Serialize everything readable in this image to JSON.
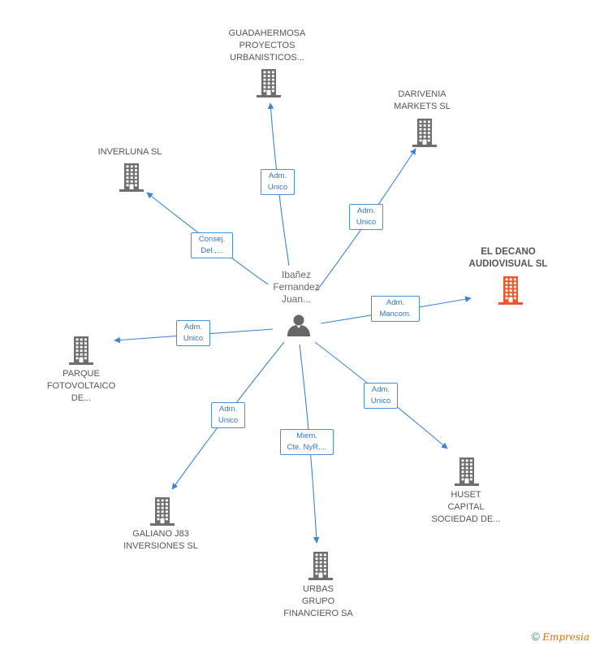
{
  "center": {
    "label": "Ibañez\nFernandez\nJuan..."
  },
  "colors": {
    "edge": "#3d85d6",
    "building": "#6e6e6e",
    "highlight": "#f0562a"
  },
  "nodes": [
    {
      "id": "guadahermosa",
      "label": "GUADAHERMOSA\nPROYECTOS\nURBANISTICOS...",
      "highlight": false
    },
    {
      "id": "darivenia",
      "label": "DARIVENIA\nMARKETS SL",
      "highlight": false
    },
    {
      "id": "inverluna",
      "label": "INVERLUNA SL",
      "highlight": false
    },
    {
      "id": "el-decano",
      "label": "EL DECANO\nAUDIOVISUAL SL",
      "highlight": true
    },
    {
      "id": "parque",
      "label": "PARQUE\nFOTOVOLTAICO\nDE...",
      "highlight": false
    },
    {
      "id": "huset",
      "label": "HUSET\nCAPITAL\nSOCIEDAD DE...",
      "highlight": false
    },
    {
      "id": "galiano",
      "label": "GALIANO J83\nINVERSIONES SL",
      "highlight": false
    },
    {
      "id": "urbas",
      "label": "URBAS\nGRUPO\nFINANCIERO SA",
      "highlight": false
    }
  ],
  "edges": [
    {
      "to": "guadahermosa",
      "label": "Adm.\nUnico"
    },
    {
      "to": "darivenia",
      "label": "Adm.\nUnico"
    },
    {
      "to": "inverluna",
      "label": "Consej.\nDel.,..."
    },
    {
      "to": "el-decano",
      "label": "Adm.\nMancom."
    },
    {
      "to": "parque",
      "label": "Adm.\nUnico"
    },
    {
      "to": "huset",
      "label": "Adm.\nUnico"
    },
    {
      "to": "galiano",
      "label": "Adm.\nUnico"
    },
    {
      "to": "urbas",
      "label": "Miem.\nCte. NyR,..."
    }
  ],
  "footer": {
    "copyright": "©",
    "brand": "Empresia"
  }
}
